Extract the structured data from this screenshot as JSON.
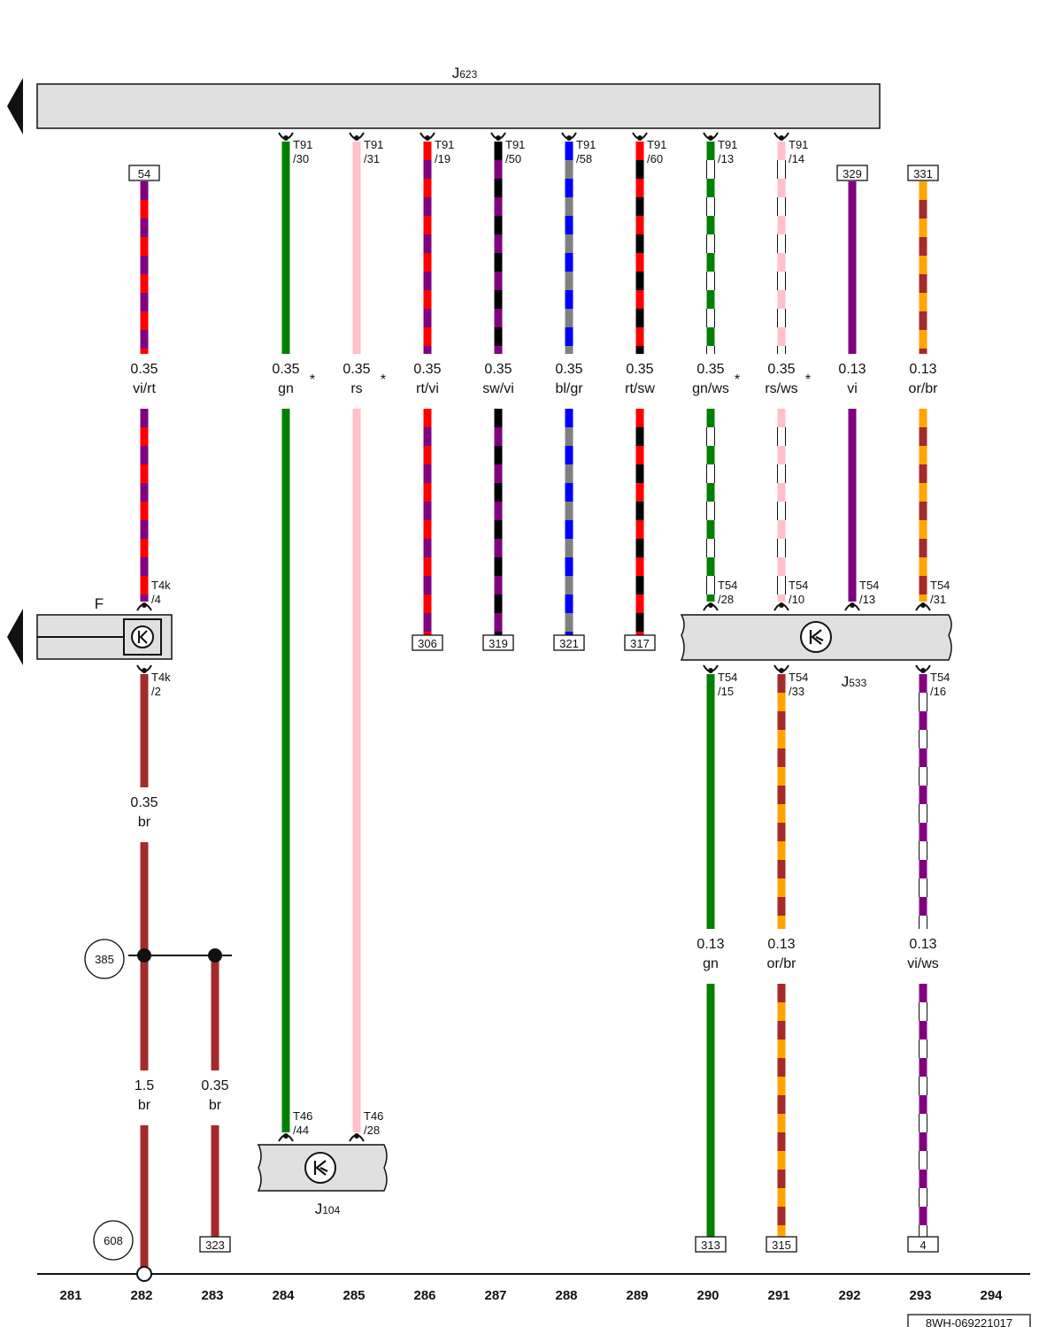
{
  "components": {
    "J623": {
      "name": "J623",
      "prefix": "J",
      "sub": "623"
    },
    "J533": {
      "name": "J533",
      "prefix": "J",
      "sub": "533"
    },
    "J104": {
      "name": "J104",
      "prefix": "J",
      "sub": "104"
    },
    "F": {
      "name": "F"
    }
  },
  "wires": [
    {
      "id": "w282a",
      "col": 282,
      "pinTop": "",
      "pinTopSub": "",
      "refTop": "54",
      "pinBot": "T4k",
      "pinBotSub": "/4",
      "refBot": "",
      "size": "0.35",
      "color": "vi/rt",
      "star": false,
      "colors": [
        "#800080",
        "#ff0000"
      ]
    },
    {
      "id": "w284",
      "col": 284,
      "pinTop": "T91",
      "pinTopSub": "/30",
      "refTop": "",
      "pinBot": "T46",
      "pinBotSub": "/44",
      "refBot": "",
      "size": "0.35",
      "color": "gn",
      "star": true,
      "colors": [
        "#008000"
      ]
    },
    {
      "id": "w285",
      "col": 285,
      "pinTop": "T91",
      "pinTopSub": "/31",
      "refTop": "",
      "pinBot": "T46",
      "pinBotSub": "/28",
      "refBot": "",
      "size": "0.35",
      "color": "rs",
      "star": true,
      "colors": [
        "#ffc0cb"
      ]
    },
    {
      "id": "w286",
      "col": 286,
      "pinTop": "T91",
      "pinTopSub": "/19",
      "refTop": "",
      "pinBot": "",
      "pinBotSub": "",
      "refBot": "306",
      "size": "0.35",
      "color": "rt/vi",
      "star": false,
      "colors": [
        "#ff0000",
        "#800080"
      ]
    },
    {
      "id": "w287",
      "col": 287,
      "pinTop": "T91",
      "pinTopSub": "/50",
      "refTop": "",
      "pinBot": "",
      "pinBotSub": "",
      "refBot": "319",
      "size": "0.35",
      "color": "sw/vi",
      "star": false,
      "colors": [
        "#000000",
        "#800080"
      ]
    },
    {
      "id": "w288",
      "col": 288,
      "pinTop": "T91",
      "pinTopSub": "/58",
      "refTop": "",
      "pinBot": "",
      "pinBotSub": "",
      "refBot": "321",
      "size": "0.35",
      "color": "bl/gr",
      "star": false,
      "colors": [
        "#0000ff",
        "#808080"
      ]
    },
    {
      "id": "w289",
      "col": 289,
      "pinTop": "T91",
      "pinTopSub": "/60",
      "refTop": "",
      "pinBot": "",
      "pinBotSub": "",
      "refBot": "317",
      "size": "0.35",
      "color": "rt/sw",
      "star": false,
      "colors": [
        "#ff0000",
        "#000000"
      ]
    },
    {
      "id": "w290a",
      "col": 290,
      "pinTop": "T91",
      "pinTopSub": "/13",
      "refTop": "",
      "pinBot": "T54",
      "pinBotSub": "/28",
      "refBot": "",
      "size": "0.35",
      "color": "gn/ws",
      "star": true,
      "colors": [
        "#008000",
        "#ffffff"
      ]
    },
    {
      "id": "w291a",
      "col": 291,
      "pinTop": "T91",
      "pinTopSub": "/14",
      "refTop": "",
      "pinBot": "T54",
      "pinBotSub": "/10",
      "refBot": "",
      "size": "0.35",
      "color": "rs/ws",
      "star": true,
      "colors": [
        "#ffc0cb",
        "#ffffff"
      ]
    },
    {
      "id": "w292",
      "col": 292,
      "pinTop": "",
      "pinTopSub": "",
      "refTop": "329",
      "pinBot": "T54",
      "pinBotSub": "/13",
      "refBot": "",
      "size": "0.13",
      "color": "vi",
      "star": false,
      "colors": [
        "#800080"
      ]
    },
    {
      "id": "w293a",
      "col": 293,
      "pinTop": "",
      "pinTopSub": "",
      "refTop": "331",
      "pinBot": "T54",
      "pinBotSub": "/31",
      "refBot": "",
      "size": "0.13",
      "color": "or/br",
      "star": false,
      "colors": [
        "#ffa500",
        "#a52a2a"
      ]
    },
    {
      "id": "w290b",
      "col": 290,
      "pinTop": "T54",
      "pinTopSub": "/15",
      "refTop": "",
      "pinBot": "",
      "pinBotSub": "",
      "refBot": "313",
      "size": "0.13",
      "color": "gn",
      "star": false,
      "colors": [
        "#008000"
      ]
    },
    {
      "id": "w291b",
      "col": 291,
      "pinTop": "T54",
      "pinTopSub": "/33",
      "refTop": "",
      "pinBot": "",
      "pinBotSub": "",
      "refBot": "315",
      "size": "0.13",
      "color": "or/br",
      "star": false,
      "colors": [
        "#a52a2a",
        "#ffa500"
      ]
    },
    {
      "id": "w293b",
      "col": 293,
      "pinTop": "T54",
      "pinTopSub": "/16",
      "refTop": "",
      "pinBot": "",
      "pinBotSub": "",
      "refBot": "4",
      "size": "0.13",
      "color": "vi/ws",
      "star": false,
      "colors": [
        "#800080",
        "#ffffff"
      ]
    },
    {
      "id": "w282b",
      "col": 282,
      "pinTop": "T4k",
      "pinTopSub": "/2",
      "refTop": "",
      "pinBot": "",
      "pinBotSub": "",
      "refBot": "",
      "size": "0.35",
      "color": "br",
      "star": false,
      "colors": [
        "#a52a2a"
      ]
    },
    {
      "id": "w282c",
      "col": 282,
      "pinTop": "",
      "pinTopSub": "",
      "refTop": "",
      "pinBot": "",
      "pinBotSub": "",
      "refBot": "",
      "size": "1.5",
      "color": "br",
      "star": false,
      "colors": [
        "#a52a2a"
      ]
    },
    {
      "id": "w283",
      "col": 283,
      "pinTop": "",
      "pinTopSub": "",
      "refTop": "",
      "pinBot": "",
      "pinBotSub": "",
      "refBot": "323",
      "size": "0.35",
      "color": "br",
      "star": false,
      "colors": [
        "#a52a2a"
      ]
    }
  ],
  "grounds": [
    {
      "id": "g385",
      "label": "385"
    },
    {
      "id": "g608",
      "label": "608"
    }
  ],
  "columns": [
    "281",
    "282",
    "283",
    "284",
    "285",
    "286",
    "287",
    "288",
    "289",
    "290",
    "291",
    "292",
    "293",
    "294"
  ],
  "doc_id": "8WH-069221017"
}
